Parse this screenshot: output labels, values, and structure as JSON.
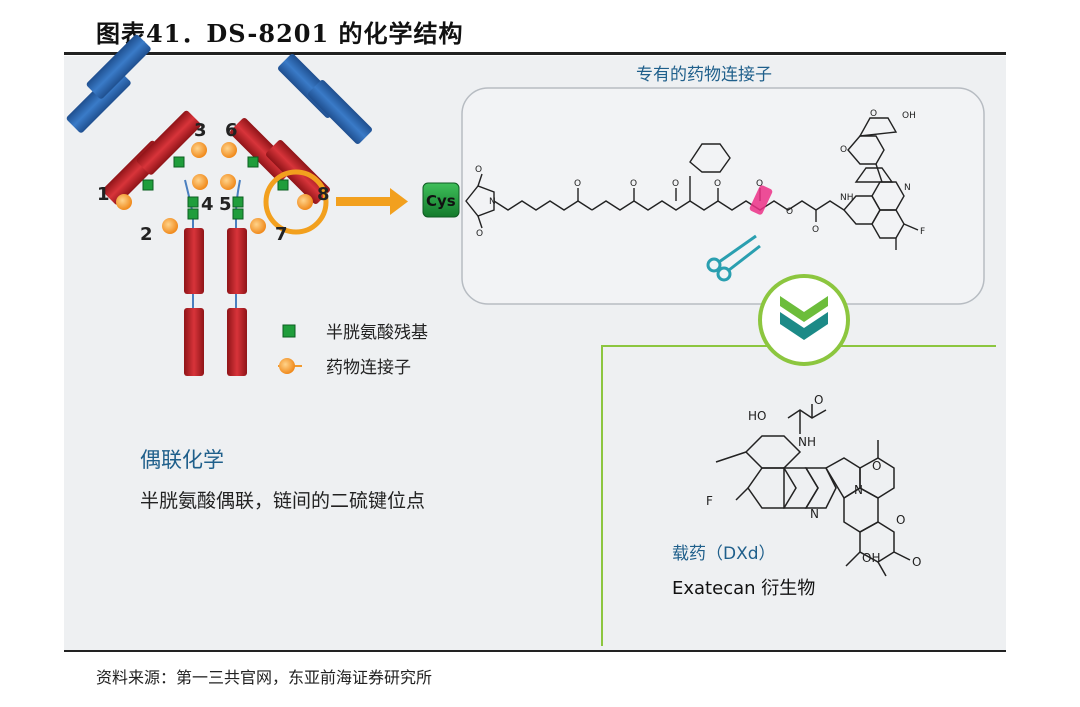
{
  "title": "图表41．DS-8201 的化学结构",
  "source": "资料来源：第一三共官网，东亚前海证券研究所",
  "antibody": {
    "site_numbers": [
      "1",
      "2",
      "3",
      "4",
      "5",
      "6",
      "7",
      "8"
    ],
    "legend": {
      "cysteine": "半胱氨酸残基",
      "linker": "药物连接子"
    }
  },
  "linker_box": {
    "title": "专有的药物连接子",
    "cys_label": "Cys"
  },
  "conjugation": {
    "title": "偶联化学",
    "description": "半胱氨酸偶联，链间的二硫键位点"
  },
  "payload": {
    "title": "载药（DXd）",
    "subtitle": "Exatecan 衍生物"
  },
  "colors": {
    "blue_chain": "#2f6db5",
    "red_chain": "#c8252c",
    "cysteine_green": "#1f9d3b",
    "linker_orange": "#f29a2e",
    "linker_title": "#1f5f8b",
    "green_line": "#8cc63f",
    "teal_icon": "#1c8a87"
  },
  "molecule_atoms": {
    "O": "O",
    "N": "N",
    "H": "H",
    "OH": "OH",
    "F": "F",
    "NH": "NH",
    "HO": "HO"
  }
}
